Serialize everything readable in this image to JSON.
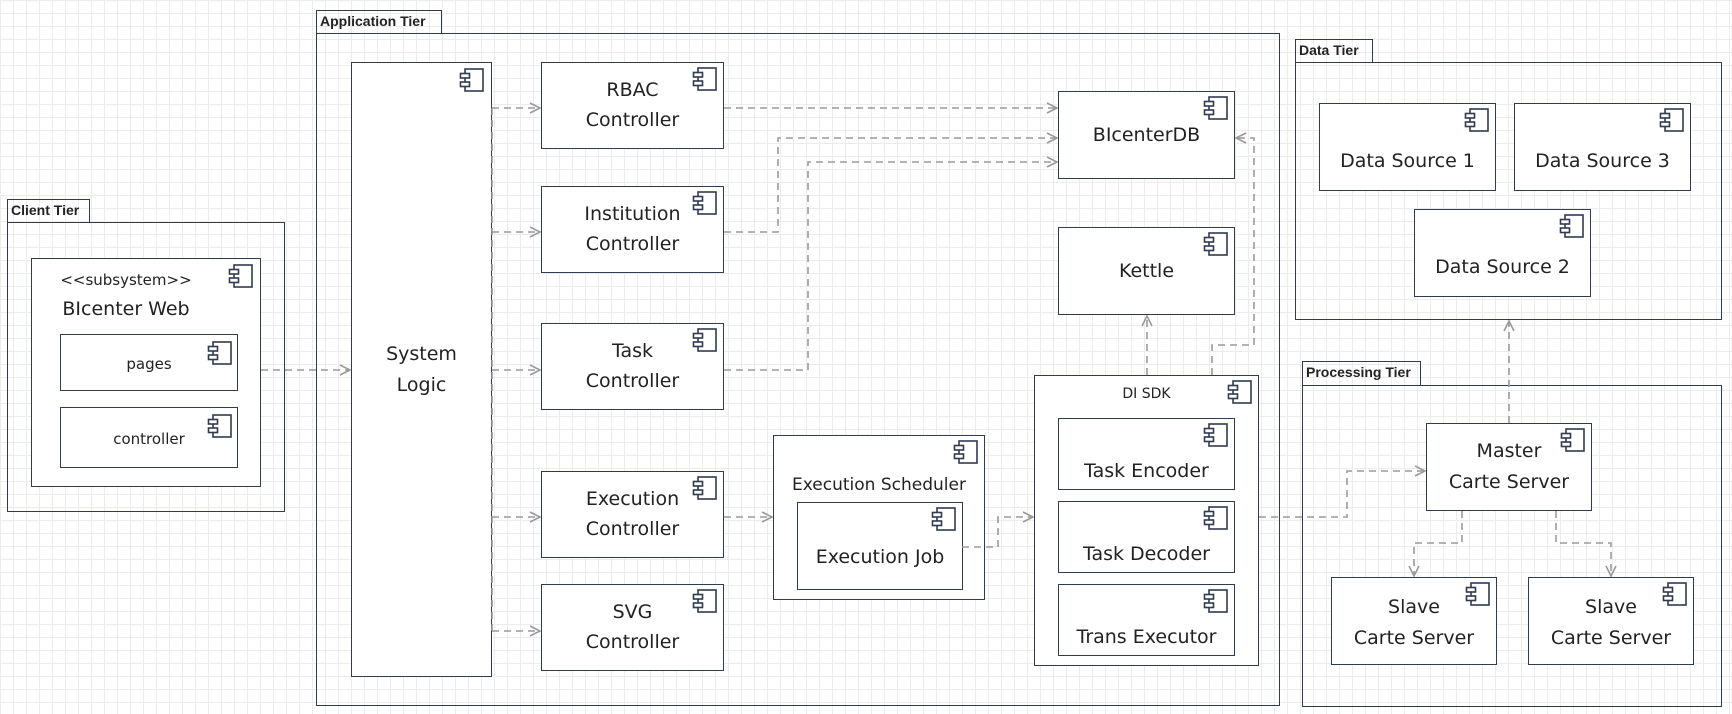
{
  "tiers": {
    "client": "Client Tier",
    "application": "Application Tier",
    "data": "Data Tier",
    "processing": "Processing Tier"
  },
  "client": {
    "stereotype": "<<subsystem>>",
    "name": "BIcenter Web",
    "pages": "pages",
    "controller": "controller"
  },
  "application": {
    "system_logic": [
      "System",
      "Logic"
    ],
    "rbac": [
      "RBAC",
      "Controller"
    ],
    "institution": [
      "Institution",
      "Controller"
    ],
    "task": [
      "Task",
      "Controller"
    ],
    "execution": [
      "Execution",
      "Controller"
    ],
    "svg": [
      "SVG",
      "Controller"
    ],
    "scheduler": "Execution Scheduler",
    "execution_job": "Execution Job",
    "db": "BIcenterDB",
    "kettle": "Kettle",
    "di_sdk": "DI SDK",
    "task_encoder": "Task Encoder",
    "task_decoder": "Task Decoder",
    "trans_executor": "Trans Executor"
  },
  "data": {
    "ds1": "Data Source 1",
    "ds3": "Data Source 3",
    "ds2": "Data Source 2"
  },
  "processing": {
    "master": [
      "Master",
      "Carte Server"
    ],
    "slave1": [
      "Slave",
      "Carte Server"
    ],
    "slave2": [
      "Slave",
      "Carte Server"
    ]
  },
  "colors": {
    "border": "#303a50",
    "connector": "#9a9a9a"
  }
}
